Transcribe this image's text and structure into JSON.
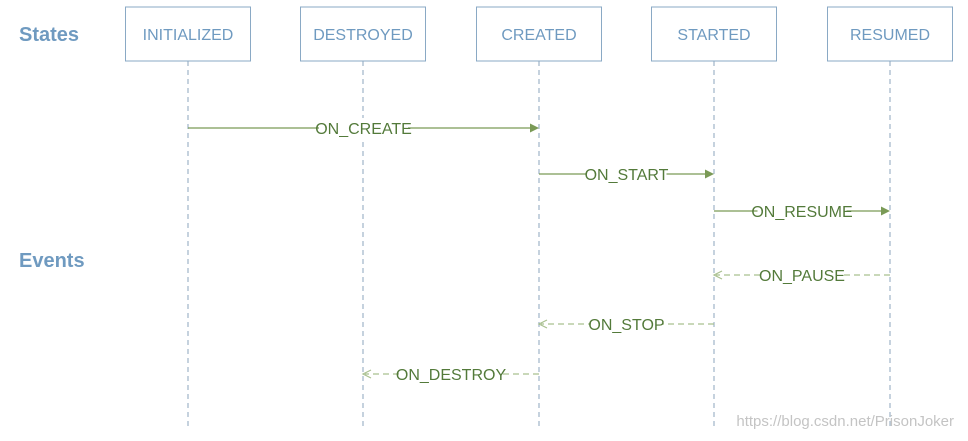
{
  "sections": {
    "states_label": "States",
    "events_label": "Events"
  },
  "states": [
    {
      "id": "initialized",
      "label": "INITIALIZED"
    },
    {
      "id": "destroyed",
      "label": "DESTROYED"
    },
    {
      "id": "created",
      "label": "CREATED"
    },
    {
      "id": "started",
      "label": "STARTED"
    },
    {
      "id": "resumed",
      "label": "RESUMED"
    }
  ],
  "events": [
    {
      "id": "on-create",
      "label": "ON_CREATE",
      "from": "initialized",
      "to": "created",
      "style": "solid"
    },
    {
      "id": "on-start",
      "label": "ON_START",
      "from": "created",
      "to": "started",
      "style": "solid"
    },
    {
      "id": "on-resume",
      "label": "ON_RESUME",
      "from": "started",
      "to": "resumed",
      "style": "solid"
    },
    {
      "id": "on-pause",
      "label": "ON_PAUSE",
      "from": "resumed",
      "to": "started",
      "style": "dashed"
    },
    {
      "id": "on-stop",
      "label": "ON_STOP",
      "from": "started",
      "to": "created",
      "style": "dashed"
    },
    {
      "id": "on-destroy",
      "label": "ON_DESTROY",
      "from": "created",
      "to": "destroyed",
      "style": "dashed"
    }
  ],
  "colors": {
    "state_text": "#6f9ac0",
    "state_border": "#8aa9c5",
    "lifeline": "#9fb4c8",
    "forward_arrow": "#7a9a56",
    "return_arrow": "#a9c08f",
    "event_text": "#537a3a"
  },
  "watermark": "https://blog.csdn.net/PrisonJoker"
}
